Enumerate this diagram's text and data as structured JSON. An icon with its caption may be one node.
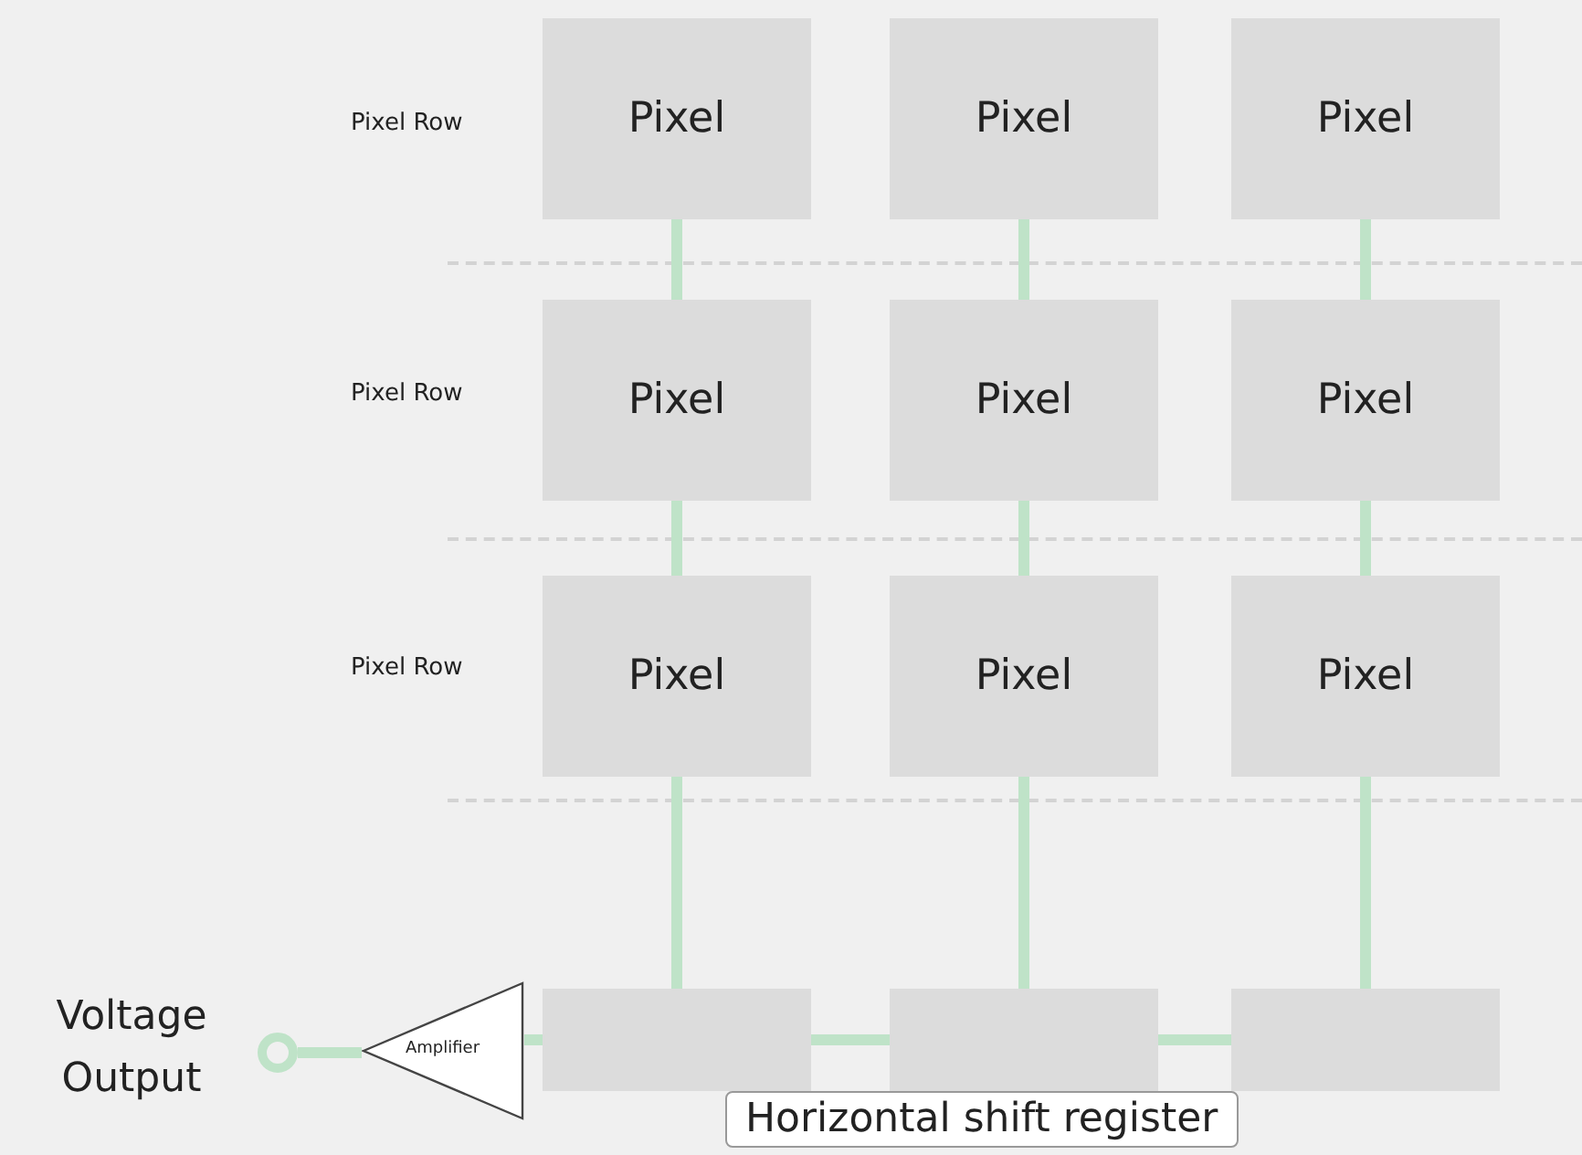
{
  "diagram": {
    "nodes": [
      {
        "text": [
          "Pixel"
        ]
      },
      {
        "text": [
          "Pixel"
        ]
      },
      {
        "text": [
          "Pixel"
        ]
      },
      {
        "text": [
          "Pixel"
        ]
      },
      {
        "text": [
          "Pixel"
        ]
      },
      {
        "text": [
          "Pixel"
        ]
      },
      {
        "text": [
          "Pixel"
        ]
      },
      {
        "text": [
          "Pixel"
        ]
      },
      {
        "text": [
          "Pixel"
        ]
      },
      {
        "text": [],
        "shape": "box"
      },
      {
        "text": [],
        "shape": "box"
      },
      {
        "text": [],
        "shape": "box"
      },
      {
        "text": [
          "Amplifier"
        ]
      },
      {
        "text": [],
        "shape": "circle",
        "beside": [
          "Voltage Output"
        ]
      },
      {
        "text": [
          "Horizontal shift register"
        ]
      }
    ],
    "edges": [
      {
        "from": 0,
        "to": 3,
        "arrow": "none"
      },
      {
        "from": 3,
        "to": 6,
        "arrow": "none"
      },
      {
        "from": 6,
        "to": 9,
        "arrow": "none"
      },
      {
        "from": 1,
        "to": 4,
        "arrow": "none"
      },
      {
        "from": 4,
        "to": 7,
        "arrow": "none"
      },
      {
        "from": 7,
        "to": 10,
        "arrow": "none"
      },
      {
        "from": 2,
        "to": 5,
        "arrow": "none"
      },
      {
        "from": 5,
        "to": 8,
        "arrow": "none"
      },
      {
        "from": 8,
        "to": 11,
        "arrow": "none"
      },
      {
        "from": 11,
        "to": 10,
        "arrow": "none"
      },
      {
        "from": 10,
        "to": 9,
        "arrow": "none"
      },
      {
        "from": 9,
        "to": 12,
        "arrow": "none"
      },
      {
        "from": 12,
        "to": 13,
        "arrow": "none"
      }
    ],
    "labels": [
      "Pixel Row",
      "Pixel Row",
      "Pixel Row"
    ]
  }
}
